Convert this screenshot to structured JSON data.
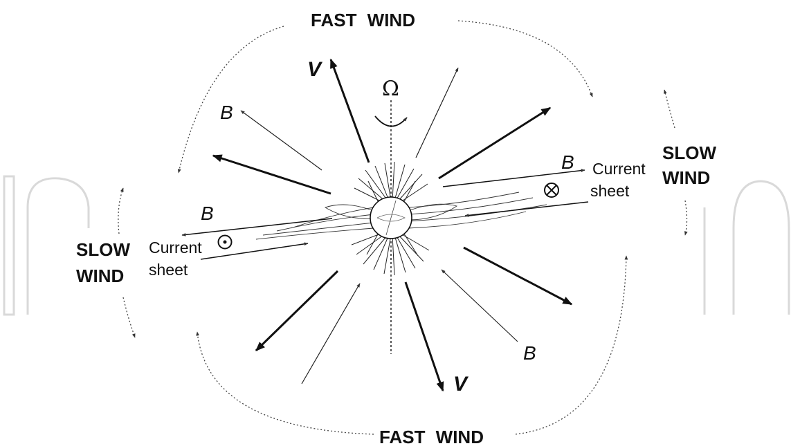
{
  "labels": {
    "fast_wind_top": "FAST WIND",
    "fast_wind_bottom": "FAST WIND",
    "slow_wind_right_1": "SLOW",
    "slow_wind_right_2": "WIND",
    "slow_wind_left_1": "SLOW",
    "slow_wind_left_2": "WIND",
    "current_sheet_right_1": "Current",
    "current_sheet_right_2": "sheet",
    "current_sheet_left_1": "Current",
    "current_sheet_left_2": "sheet",
    "omega": "Ω",
    "v_top": "V",
    "v_bottom": "V",
    "b_upper_left": "B",
    "b_left": "B",
    "b_right": "B",
    "b_lower_right": "B",
    "field_out_symbol": "⊙",
    "field_in_symbol": "⊗"
  },
  "colors": {
    "ink": "#111111",
    "watermark": "#d9d9d9"
  }
}
